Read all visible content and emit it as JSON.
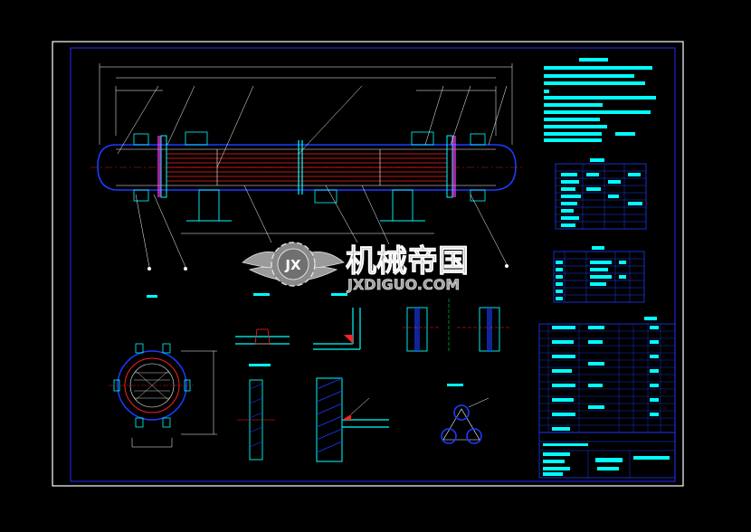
{
  "watermark": {
    "chinese": "机械帝国",
    "latin": "JXDIGUO.COM",
    "logo_letters": "JX"
  },
  "colors": {
    "background": "#000000",
    "border": "#ffffff",
    "inner_border": "#2a2aff",
    "cyan": "#00ffff",
    "blue": "#1a3cff",
    "red": "#ff2020",
    "white": "#ffffff",
    "magenta": "#ff40ff",
    "yellow": "#ffff00",
    "green": "#00ff60",
    "watermark_gray": "#9a9a9a"
  },
  "icons": {
    "logo": "winged-gear-logo"
  }
}
